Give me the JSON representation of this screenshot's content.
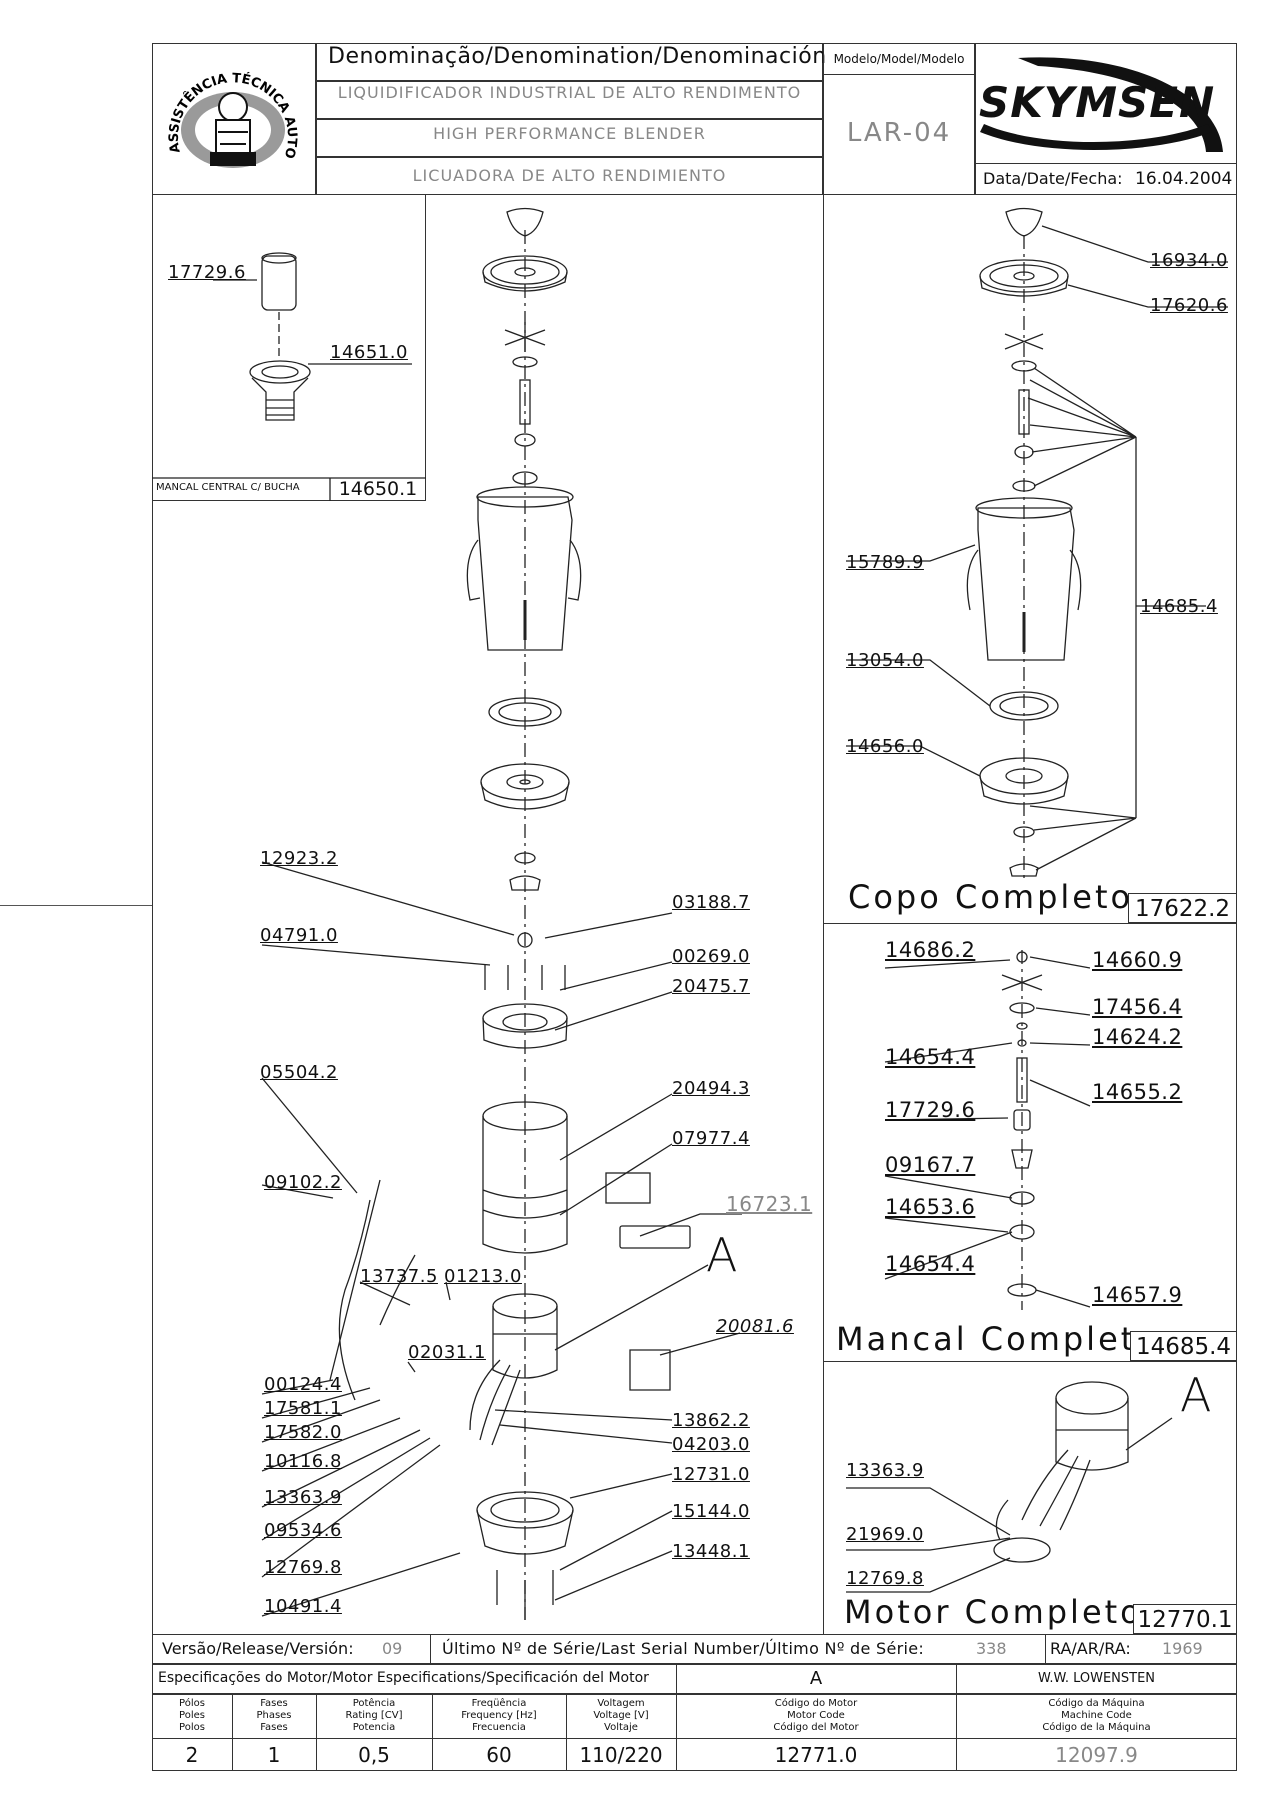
{
  "header": {
    "denomination_label": "Denominação/Denomination/Denominación",
    "name_pt": "LIQUIDIFICADOR INDUSTRIAL DE ALTO RENDIMENTO",
    "name_en": "HIGH PERFORMANCE BLENDER",
    "name_es": "LICUADORA DE ALTO RENDIMIENTO",
    "model_label": "Modelo/Model/Modelo",
    "model_value": "LAR-04",
    "brand": "SKYMSEN",
    "date_label": "Data/Date/Fecha:",
    "date_value": "16.04.2004",
    "seal_text": "ASSISTÊNCIA TÉCNICA AUTORIZADA"
  },
  "inset_bearing": {
    "parts": [
      "17729.6",
      "14651.0"
    ],
    "caption": "MANCAL CENTRAL C/ BUCHA",
    "code": "14650.1"
  },
  "main_parts": {
    "left": [
      "12923.2",
      "04791.0",
      "05504.2",
      "09102.2",
      "13737.5",
      "01213.0",
      "02031.1",
      "00124.4",
      "17581.1",
      "17582.0",
      "10116.8",
      "13363.9",
      "09534.6",
      "12769.8",
      "10491.4"
    ],
    "right": [
      "03188.7",
      "00269.0",
      "20475.7",
      "20494.3",
      "07977.4",
      "16723.1",
      "20081.6",
      "13862.2",
      "04203.0",
      "12731.0",
      "15144.0",
      "13448.1"
    ],
    "detail_marker": "A"
  },
  "cup_section": {
    "parts": [
      "16934.0",
      "17620.6",
      "15789.9",
      "14685.4",
      "13054.0",
      "14656.0"
    ],
    "title": "Copo Completo",
    "code": "17622.2"
  },
  "bearing_section": {
    "parts_left": [
      "14686.2",
      "14654.4",
      "17729.6",
      "09167.7",
      "14653.6",
      "14654.4"
    ],
    "parts_right": [
      "14660.9",
      "17456.4",
      "14624.2",
      "14655.2",
      "14657.9"
    ],
    "title": "Mancal Completo",
    "code": "14685.4"
  },
  "motor_section": {
    "marker": "A",
    "parts": [
      "13363.9",
      "21969.0",
      "12769.8"
    ],
    "title": "Motor Completo",
    "code": "12770.1"
  },
  "footer": {
    "version_label": "Versão/Release/Versión:",
    "version_value": "09",
    "serial_label": "Último Nº de Série/Last Serial Number/Último Nº de Série:",
    "serial_value": "338",
    "ra_label": "RA/AR/RA:",
    "ra_value": "1969",
    "spec_label": "Especificações do Motor/Motor Especifications/Specificación del Motor",
    "spec_marker": "A",
    "author": "W.W. LOWENSTEN",
    "columns": [
      {
        "l1": "Pólos",
        "l2": "Poles",
        "l3": "Polos",
        "value": "2"
      },
      {
        "l1": "Fases",
        "l2": "Phases",
        "l3": "Fases",
        "value": "1"
      },
      {
        "l1": "Potência",
        "l2": "Rating [CV]",
        "l3": "Potencia",
        "value": "0,5"
      },
      {
        "l1": "Freqüência",
        "l2": "Frequency [Hz]",
        "l3": "Frecuencia",
        "value": "60"
      },
      {
        "l1": "Voltagem",
        "l2": "Voltage [V]",
        "l3": "Voltaje",
        "value": "110/220"
      },
      {
        "l1": "Código do Motor",
        "l2": "Motor Code",
        "l3": "Código del Motor",
        "value": "12771.0"
      },
      {
        "l1": "Código da Máquina",
        "l2": "Machine Code",
        "l3": "Código de la Máquina",
        "value": "12097.9"
      }
    ]
  }
}
